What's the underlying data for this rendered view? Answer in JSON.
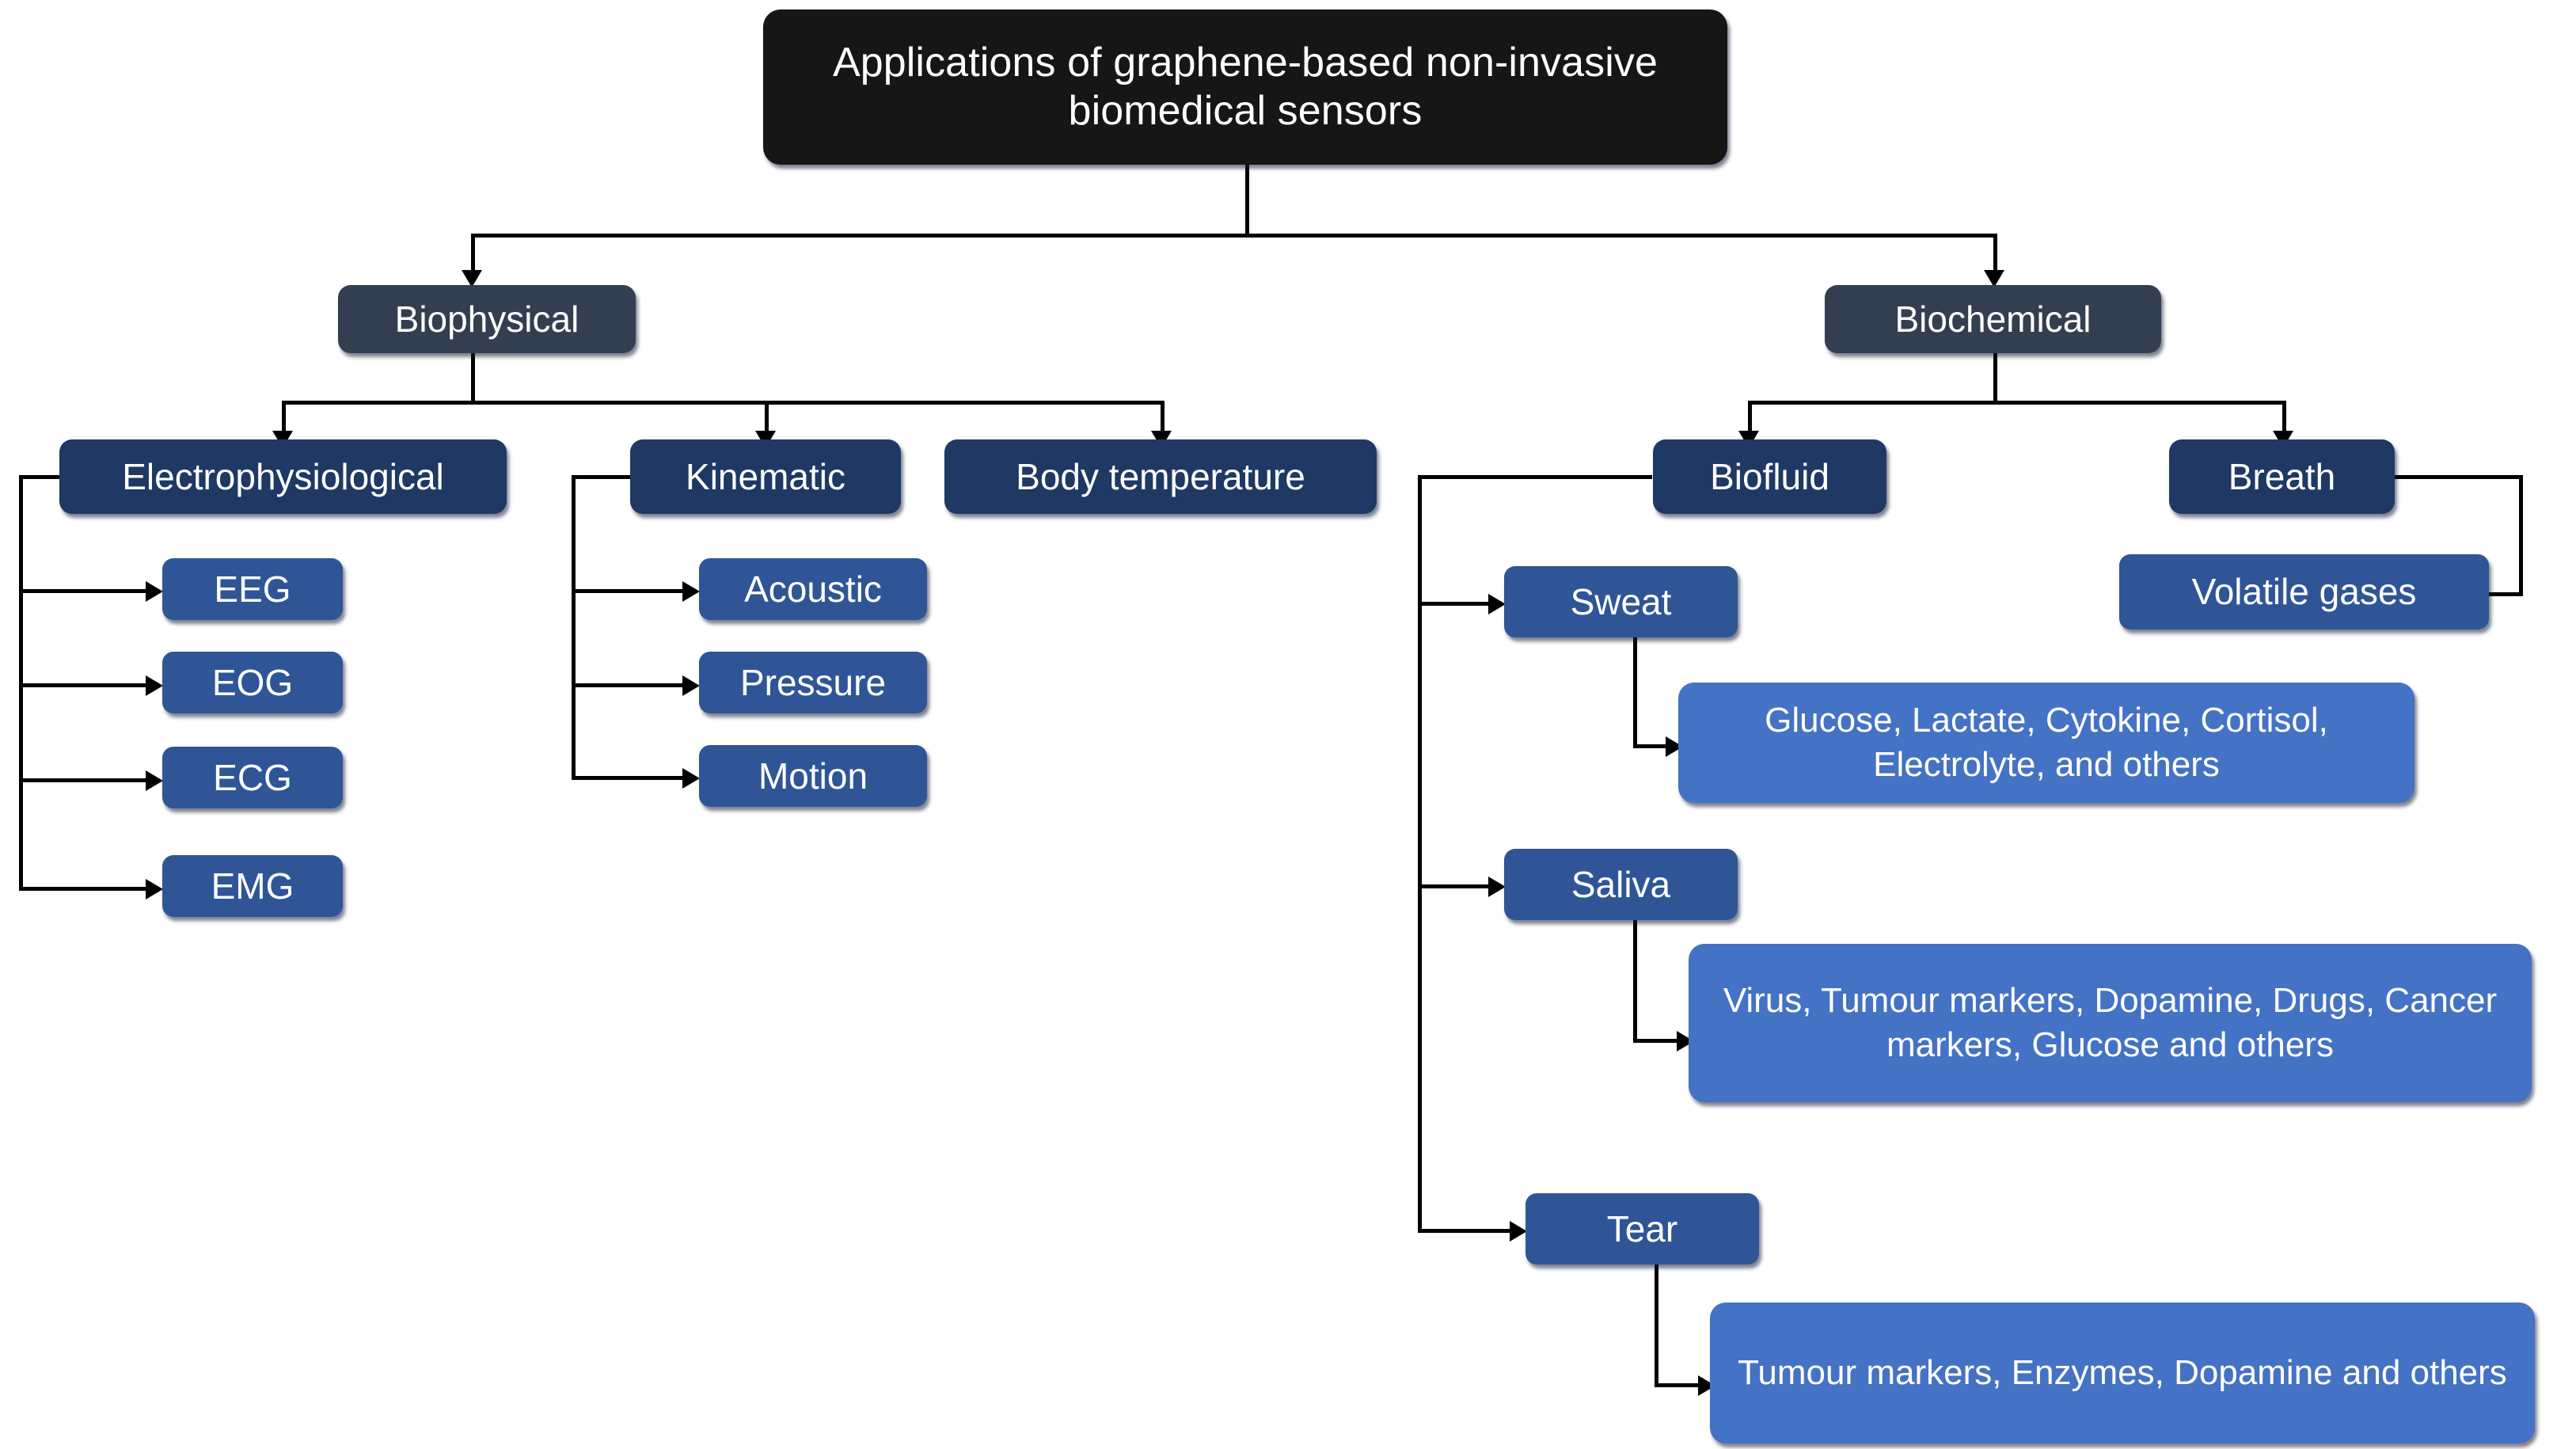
{
  "diagram": {
    "title": "Applications of graphene-based non-invasive biomedical sensors",
    "type": "flowchart",
    "orientation": "top-down",
    "colors": {
      "root": "#161616",
      "category": "#333f50",
      "sub": "#1f3864",
      "leaf": "#2f5597",
      "detail": "#4472c4",
      "connector": "#000000",
      "background": "#ffffff",
      "text": "#ffffff"
    },
    "nodes": {
      "root": "Applications of graphene-based non-invasive biomedical sensors",
      "biophysical": "Biophysical",
      "biochemical": "Biochemical",
      "electrophysiological": "Electrophysiological",
      "kinematic": "Kinematic",
      "body_temperature": "Body temperature",
      "eeg": "EEG",
      "eog": "EOG",
      "ecg": "ECG",
      "emg": "EMG",
      "acoustic": "Acoustic",
      "pressure": "Pressure",
      "motion": "Motion",
      "biofluid": "Biofluid",
      "breath": "Breath",
      "volatile_gases": "Volatile gases",
      "sweat": "Sweat",
      "saliva": "Saliva",
      "tear": "Tear",
      "sweat_analytes": "Glucose, Lactate, Cytokine, Cortisol, Electrolyte, and others",
      "saliva_analytes": "Virus, Tumour markers, Dopamine, Drugs, Cancer markers, Glucose and others",
      "tear_analytes": "Tumour markers, Enzymes, Dopamine and others"
    },
    "edges": [
      {
        "from": "root",
        "to": "biophysical"
      },
      {
        "from": "root",
        "to": "biochemical"
      },
      {
        "from": "biophysical",
        "to": "electrophysiological"
      },
      {
        "from": "biophysical",
        "to": "kinematic"
      },
      {
        "from": "biophysical",
        "to": "body_temperature"
      },
      {
        "from": "electrophysiological",
        "to": "eeg"
      },
      {
        "from": "electrophysiological",
        "to": "eog"
      },
      {
        "from": "electrophysiological",
        "to": "ecg"
      },
      {
        "from": "electrophysiological",
        "to": "emg"
      },
      {
        "from": "kinematic",
        "to": "acoustic"
      },
      {
        "from": "kinematic",
        "to": "pressure"
      },
      {
        "from": "kinematic",
        "to": "motion"
      },
      {
        "from": "biochemical",
        "to": "biofluid"
      },
      {
        "from": "biochemical",
        "to": "breath"
      },
      {
        "from": "breath",
        "to": "volatile_gases"
      },
      {
        "from": "biofluid",
        "to": "sweat"
      },
      {
        "from": "biofluid",
        "to": "saliva"
      },
      {
        "from": "biofluid",
        "to": "tear"
      },
      {
        "from": "sweat",
        "to": "sweat_analytes"
      },
      {
        "from": "saliva",
        "to": "saliva_analytes"
      },
      {
        "from": "tear",
        "to": "tear_analytes"
      }
    ]
  }
}
